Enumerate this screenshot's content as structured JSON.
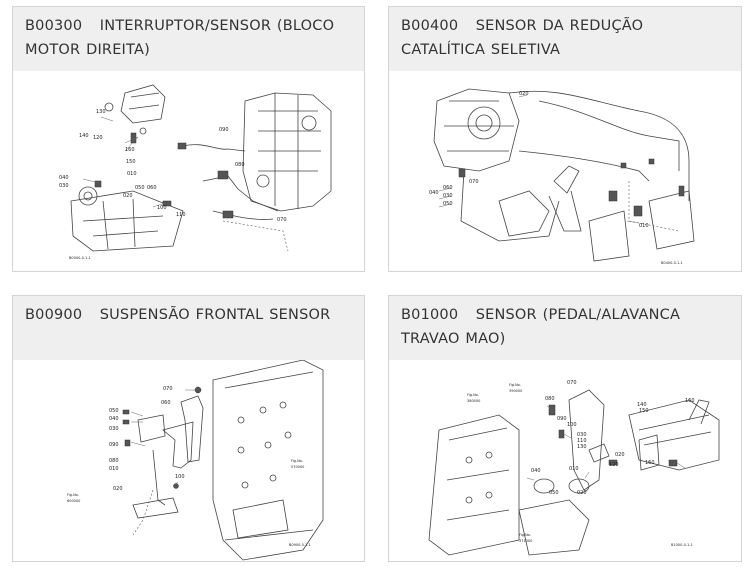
{
  "cards": [
    {
      "code": "B00300",
      "title": "INTERRUPTOR/SENSOR (BLOCO MOTOR DIREITA)"
    },
    {
      "code": "B00400",
      "title": "SENSOR DA REDUÇÃO CATALÍTICA SELETIVA"
    },
    {
      "code": "B00900",
      "title": "SUSPENSÃO FRONTAL SENSOR"
    },
    {
      "code": "B01000",
      "title": "SENSOR (PEDAL/ALAVANCA TRAVAO MAO)"
    }
  ]
}
